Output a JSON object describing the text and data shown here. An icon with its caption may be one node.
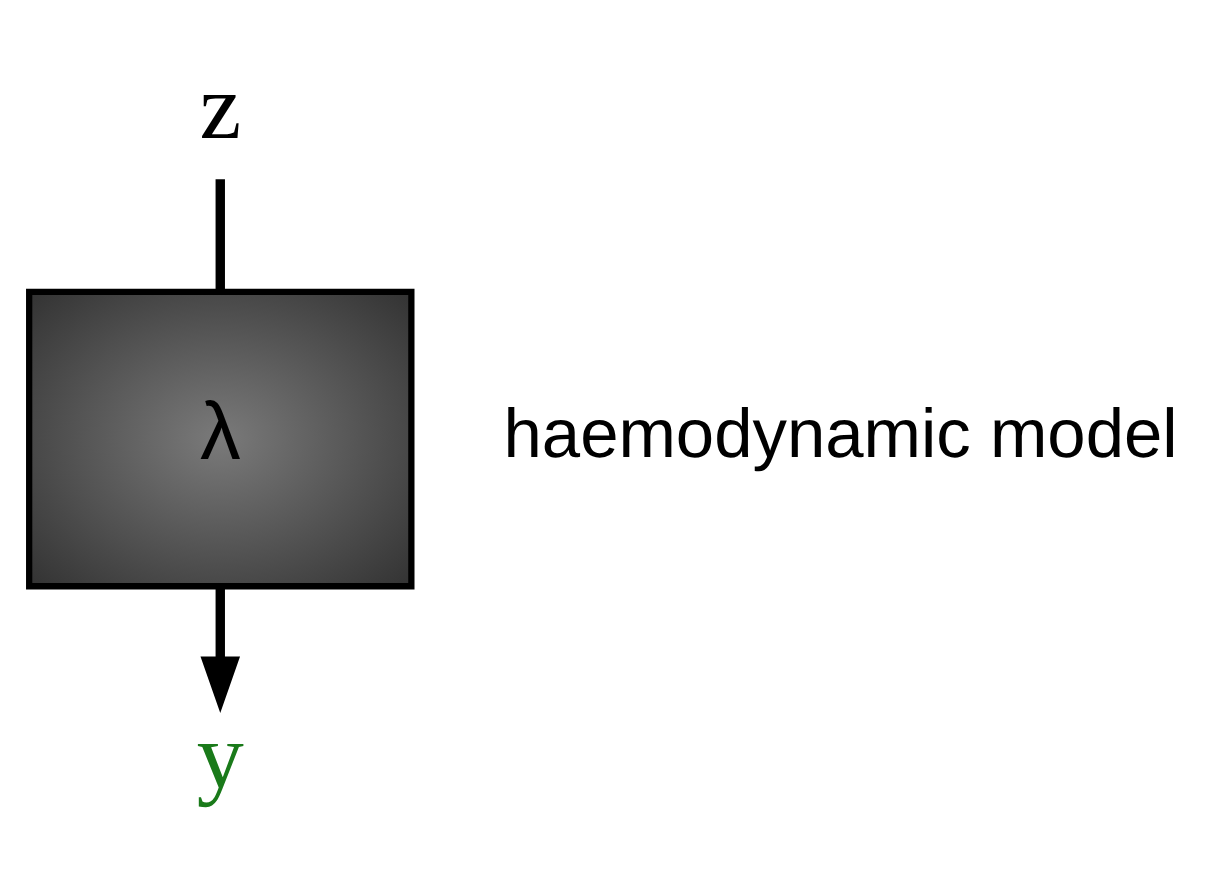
{
  "diagram": {
    "nodes": [
      {
        "text": [
          "z"
        ]
      },
      {
        "text": [
          "λ"
        ],
        "beside": [
          "haemodynamic model"
        ]
      },
      {
        "text": [
          "y"
        ]
      }
    ],
    "edges": [
      {
        "from": 0,
        "to": 1,
        "arrow": "none"
      },
      {
        "from": 1,
        "to": 2,
        "arrow": "to"
      }
    ]
  }
}
